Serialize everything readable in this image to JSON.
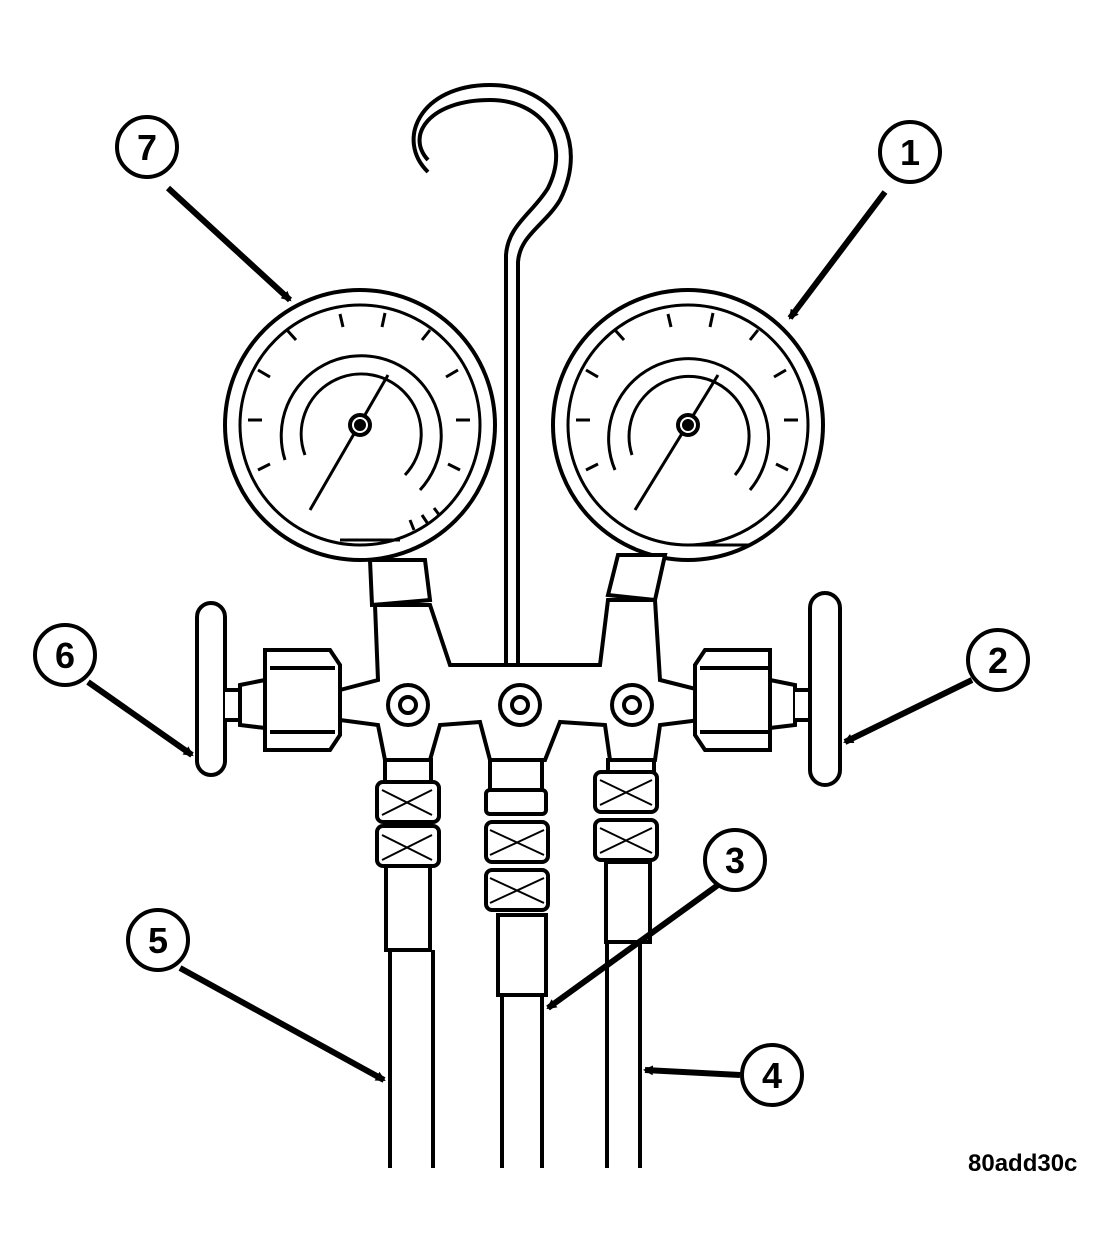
{
  "diagram": {
    "callouts": [
      {
        "id": "1",
        "label": "1"
      },
      {
        "id": "2",
        "label": "2"
      },
      {
        "id": "3",
        "label": "3"
      },
      {
        "id": "4",
        "label": "4"
      },
      {
        "id": "5",
        "label": "5"
      },
      {
        "id": "6",
        "label": "6"
      },
      {
        "id": "7",
        "label": "7"
      }
    ],
    "figure_id": "80add30c"
  },
  "colors": {
    "line": "#000000",
    "background": "#ffffff"
  }
}
